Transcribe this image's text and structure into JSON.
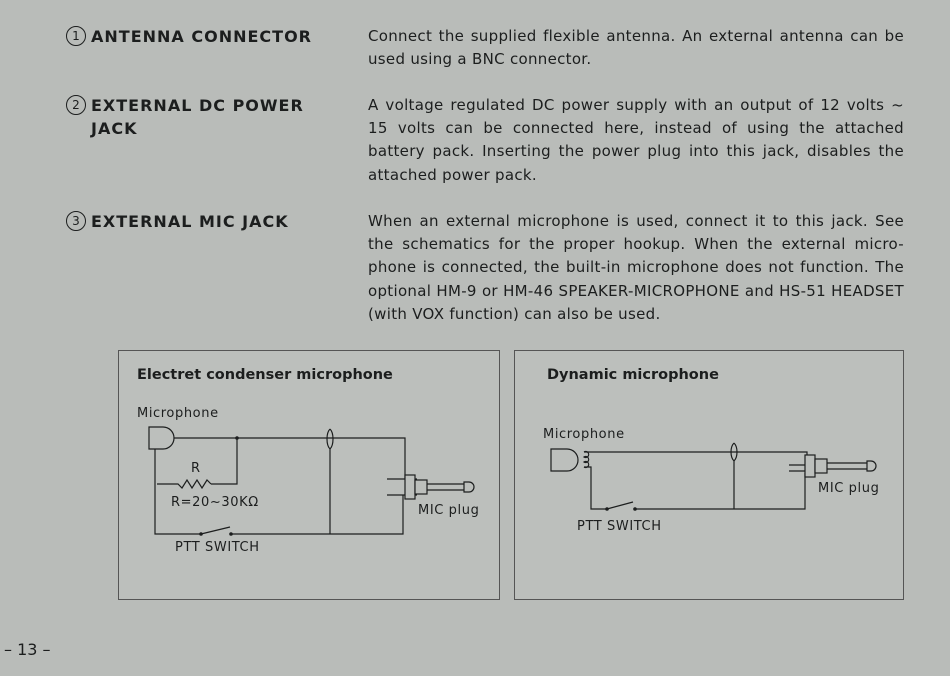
{
  "items": [
    {
      "number": "1",
      "title": "ANTENNA CONNECTOR",
      "description": "Connect the supplied flexible antenna.  An external antenna can be used using a BNC connector."
    },
    {
      "number": "2",
      "title": "EXTERNAL DC POWER JACK",
      "description": "A voltage regulated DC power supply with an output of 12 volts ~ 15 volts can be connected here, instead of using the attached battery pack.  Inserting the power plug into this jack, disables the attached power pack."
    },
    {
      "number": "3",
      "title": "EXTERNAL MIC JACK",
      "description": "When an external microphone is used, connect it to this jack.  See the schematics for the proper hookup.  When the external micro-phone is connected, the built-in microphone does not function. The optional HM-9 or HM-46 SPEAKER-MICROPHONE and HS-51 HEADSET (with VOX function) can also be used."
    }
  ],
  "diagrams": {
    "electret": {
      "title": "Electret condenser microphone",
      "microphone_label": "Microphone",
      "resistor_label": "R",
      "resistor_value": "R=20~30KΩ",
      "switch_label": "PTT SWITCH",
      "plug_label": "MIC plug"
    },
    "dynamic": {
      "title": "Dynamic microphone",
      "microphone_label": "Microphone",
      "switch_label": "PTT SWITCH",
      "plug_label": "MIC plug"
    }
  },
  "page_number": "– 13 –"
}
